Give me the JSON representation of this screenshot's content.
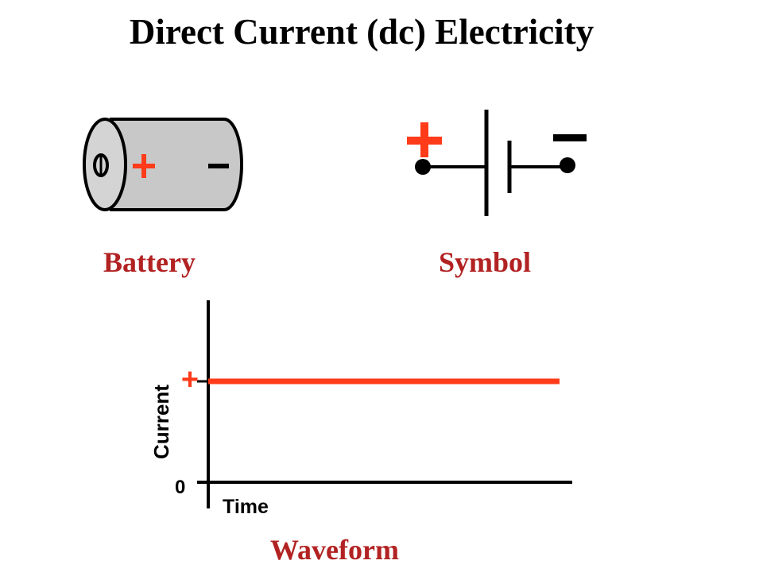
{
  "title": "Direct Current (dc) Electricity",
  "battery": {
    "caption": "Battery",
    "plus_mark": "+",
    "minus_mark": "-",
    "terminal_mark": "0"
  },
  "symbol": {
    "caption": "Symbol",
    "plus_mark": "+",
    "minus_mark": "-"
  },
  "waveform": {
    "caption": "Waveform",
    "y_axis_label": "Current",
    "x_axis_label": "Time",
    "zero_tick": "0",
    "plus_tick": "+"
  },
  "colors": {
    "accent_red": "#ff3b1a",
    "caption_red": "#b22222",
    "battery_fill": "#c8c8c8",
    "ink": "#000000"
  },
  "chart_data": {
    "type": "line",
    "title": "",
    "xlabel": "Time",
    "ylabel": "Current",
    "series": [
      {
        "values": [
          1,
          1
        ]
      }
    ],
    "x": [
      0,
      1
    ],
    "yticks": [
      "0",
      "+"
    ],
    "grid": false
  }
}
